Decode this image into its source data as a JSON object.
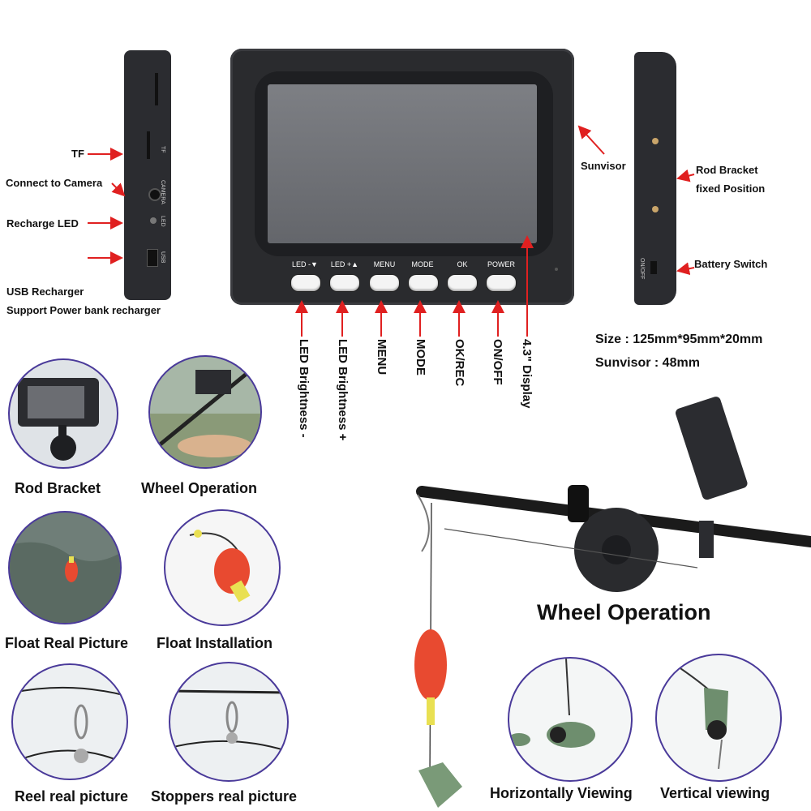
{
  "left_side": {
    "port_labels": [
      "TF",
      "Connect to Camera",
      "Recharge LED"
    ],
    "usb_line1": "USB Recharger",
    "usb_line2": "Support Power bank recharger",
    "printed": {
      "tf": "TF",
      "camera": "CAMERA",
      "led": "LED",
      "usb": "USB"
    }
  },
  "monitor": {
    "buttons": [
      "LED -▼",
      "LED +▲",
      "MENU",
      "MODE",
      "OK",
      "POWER"
    ]
  },
  "button_functions": [
    "LED Brightness -",
    "LED Brightness +",
    "MENU",
    "MODE",
    "OK/REC",
    "ON/OFF",
    "4.3\" Display"
  ],
  "right_side": {
    "sunvisor": "Sunvisor",
    "rod_bracket_line1": "Rod Bracket",
    "rod_bracket_line2": "fixed Position",
    "battery_switch": "Battery Switch",
    "onoff_print": "ON/OFF"
  },
  "specs": {
    "size": "Size : 125mm*95mm*20mm",
    "sunvisor": "Sunvisor : 48mm"
  },
  "gallery": [
    "Rod Bracket",
    "Wheel Operation",
    "Float Real Picture",
    "Float Installation",
    "Reel real picture",
    "Stoppers real picture"
  ],
  "main_caption": "Wheel Operation",
  "view_captions": [
    "Horizontally Viewing",
    "Vertical viewing"
  ],
  "colors": {
    "arrow": "#e02020",
    "device": "#2a2b2e",
    "screen": "#707277",
    "circle_border": "#4a3a9a",
    "float": "#e84a30"
  }
}
